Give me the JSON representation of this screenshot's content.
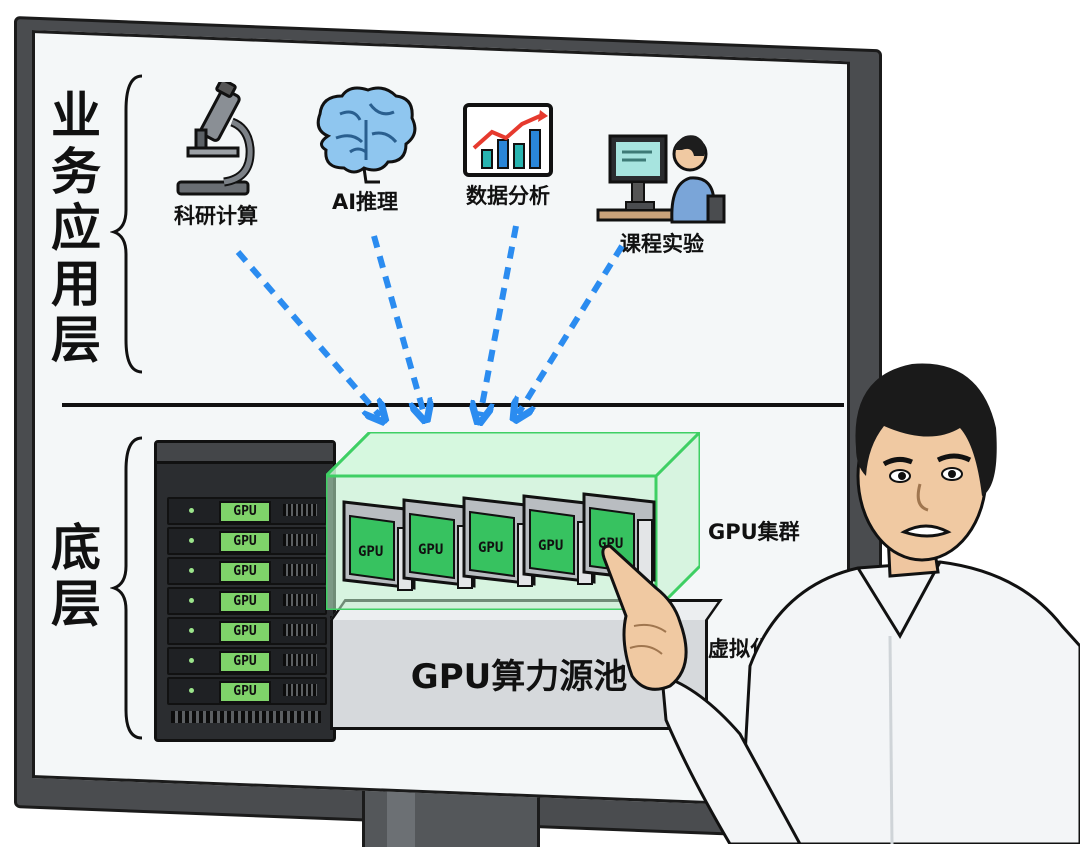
{
  "layers": {
    "top_title": "业务应用层",
    "bottom_title": "底层"
  },
  "apps": [
    {
      "label": "科研计算",
      "icon": "microscope-icon"
    },
    {
      "label": "AI推理",
      "icon": "brain-icon"
    },
    {
      "label": "数据分析",
      "icon": "bar-chart-icon"
    },
    {
      "label": "课程实验",
      "icon": "student-at-computer-icon"
    }
  ],
  "infrastructure": {
    "cluster_label": "GPU集群",
    "virtualization_label": "虚拟化层",
    "pool_label": "GPU算力源池",
    "rack_slot_label": "GPU",
    "card_label": "GPU",
    "rack_slot_count": 7,
    "card_count": 5
  },
  "colors": {
    "arrow": "#2b8cf0",
    "cluster_glow": "#4fe07a",
    "gpu_green": "#7fd36a",
    "screen_bg": "#f4f7f8",
    "rack_dark": "#2b2d30"
  }
}
